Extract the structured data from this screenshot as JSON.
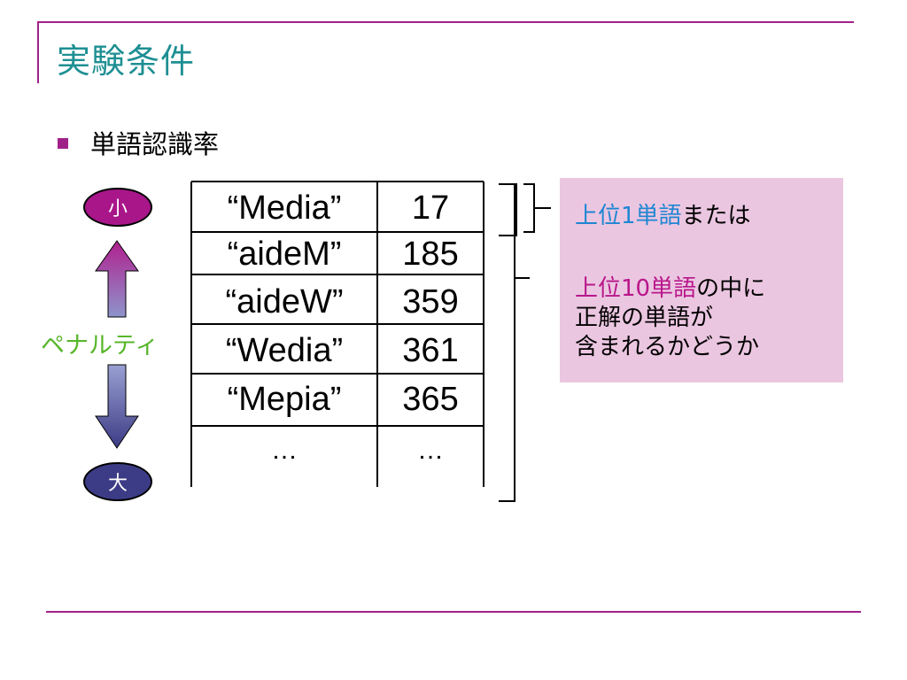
{
  "slide": {
    "title": "実験条件",
    "bullet": "単語認識率"
  },
  "penalty": {
    "small_label": "小",
    "large_label": "大",
    "axis_label": "ペナルティ"
  },
  "table": {
    "rows": [
      {
        "word": "“Media”",
        "value": "17"
      },
      {
        "word": "“aideM”",
        "value": "185"
      },
      {
        "word": "“aideW”",
        "value": "359"
      },
      {
        "word": "“Wedia”",
        "value": "361"
      },
      {
        "word": "“Mepia”",
        "value": "365"
      },
      {
        "word": "…",
        "value": "…"
      }
    ]
  },
  "note": {
    "top1_prefix": "上位1単語",
    "top1_suffix": "または",
    "top10_prefix": "上位10単語",
    "top10_suffix": "の中に",
    "line3": "正解の単語が",
    "line4": "含まれるかどうか"
  },
  "colors": {
    "accent_rule": "#a0208a",
    "title": "#1e8f93",
    "small_node": "#a8168a",
    "large_node": "#3c3c86",
    "penalty_label": "#58b62a",
    "note_bg": "#ebc6e1",
    "top1_text": "#1f86d2",
    "top10_text": "#b8168a"
  }
}
